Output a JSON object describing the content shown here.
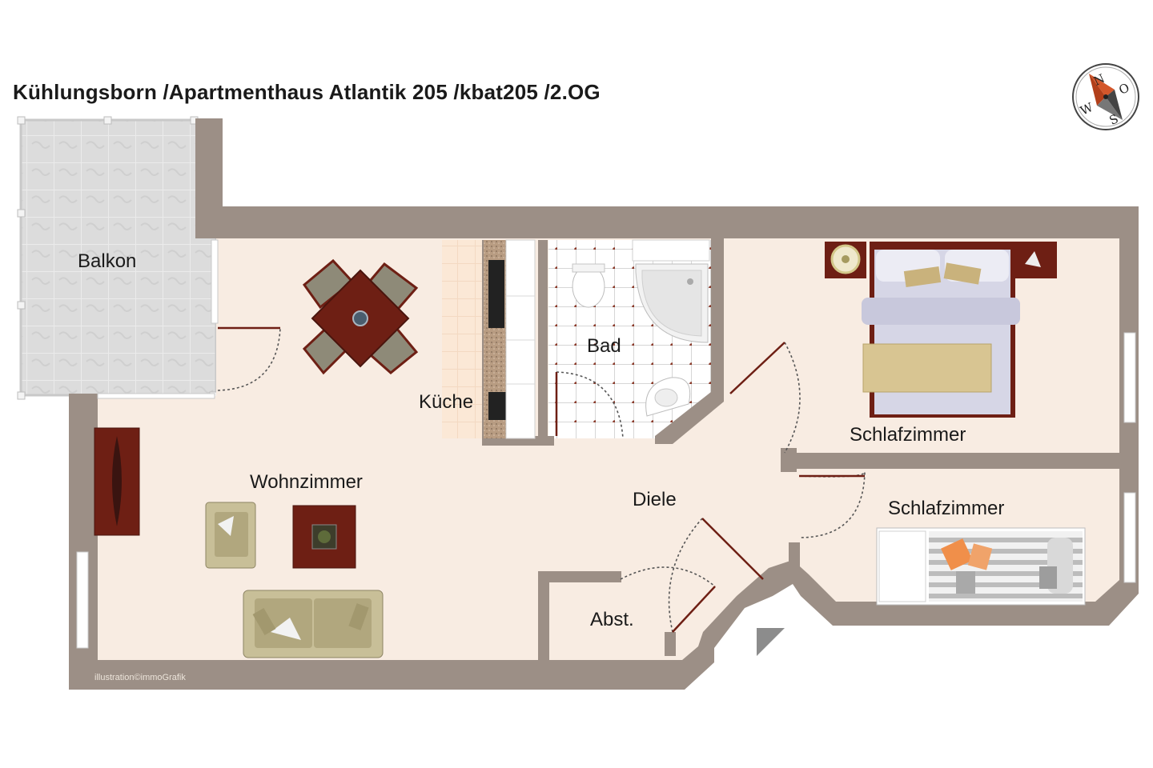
{
  "title": "Kühlungsborn /Apartmenthaus Atlantik 205 /kbat205 /2.OG",
  "rooms": {
    "balkon": "Balkon",
    "wohnzimmer": "Wohnzimmer",
    "kueche": "Küche",
    "bad": "Bad",
    "schlafzimmer_1": "Schlafzimmer",
    "schlafzimmer_2": "Schlafzimmer",
    "diele": "Diele",
    "abst": "Abst."
  },
  "credit": "illustration©immoGrafik",
  "compass": {
    "n": "N",
    "o": "O",
    "s": "S",
    "w": "W"
  },
  "colors": {
    "wall": "#9c8f86",
    "floor": "#f8ece2",
    "tile": "#ececec",
    "wood": "#6e1f14",
    "sofa": "#c8bf98"
  }
}
